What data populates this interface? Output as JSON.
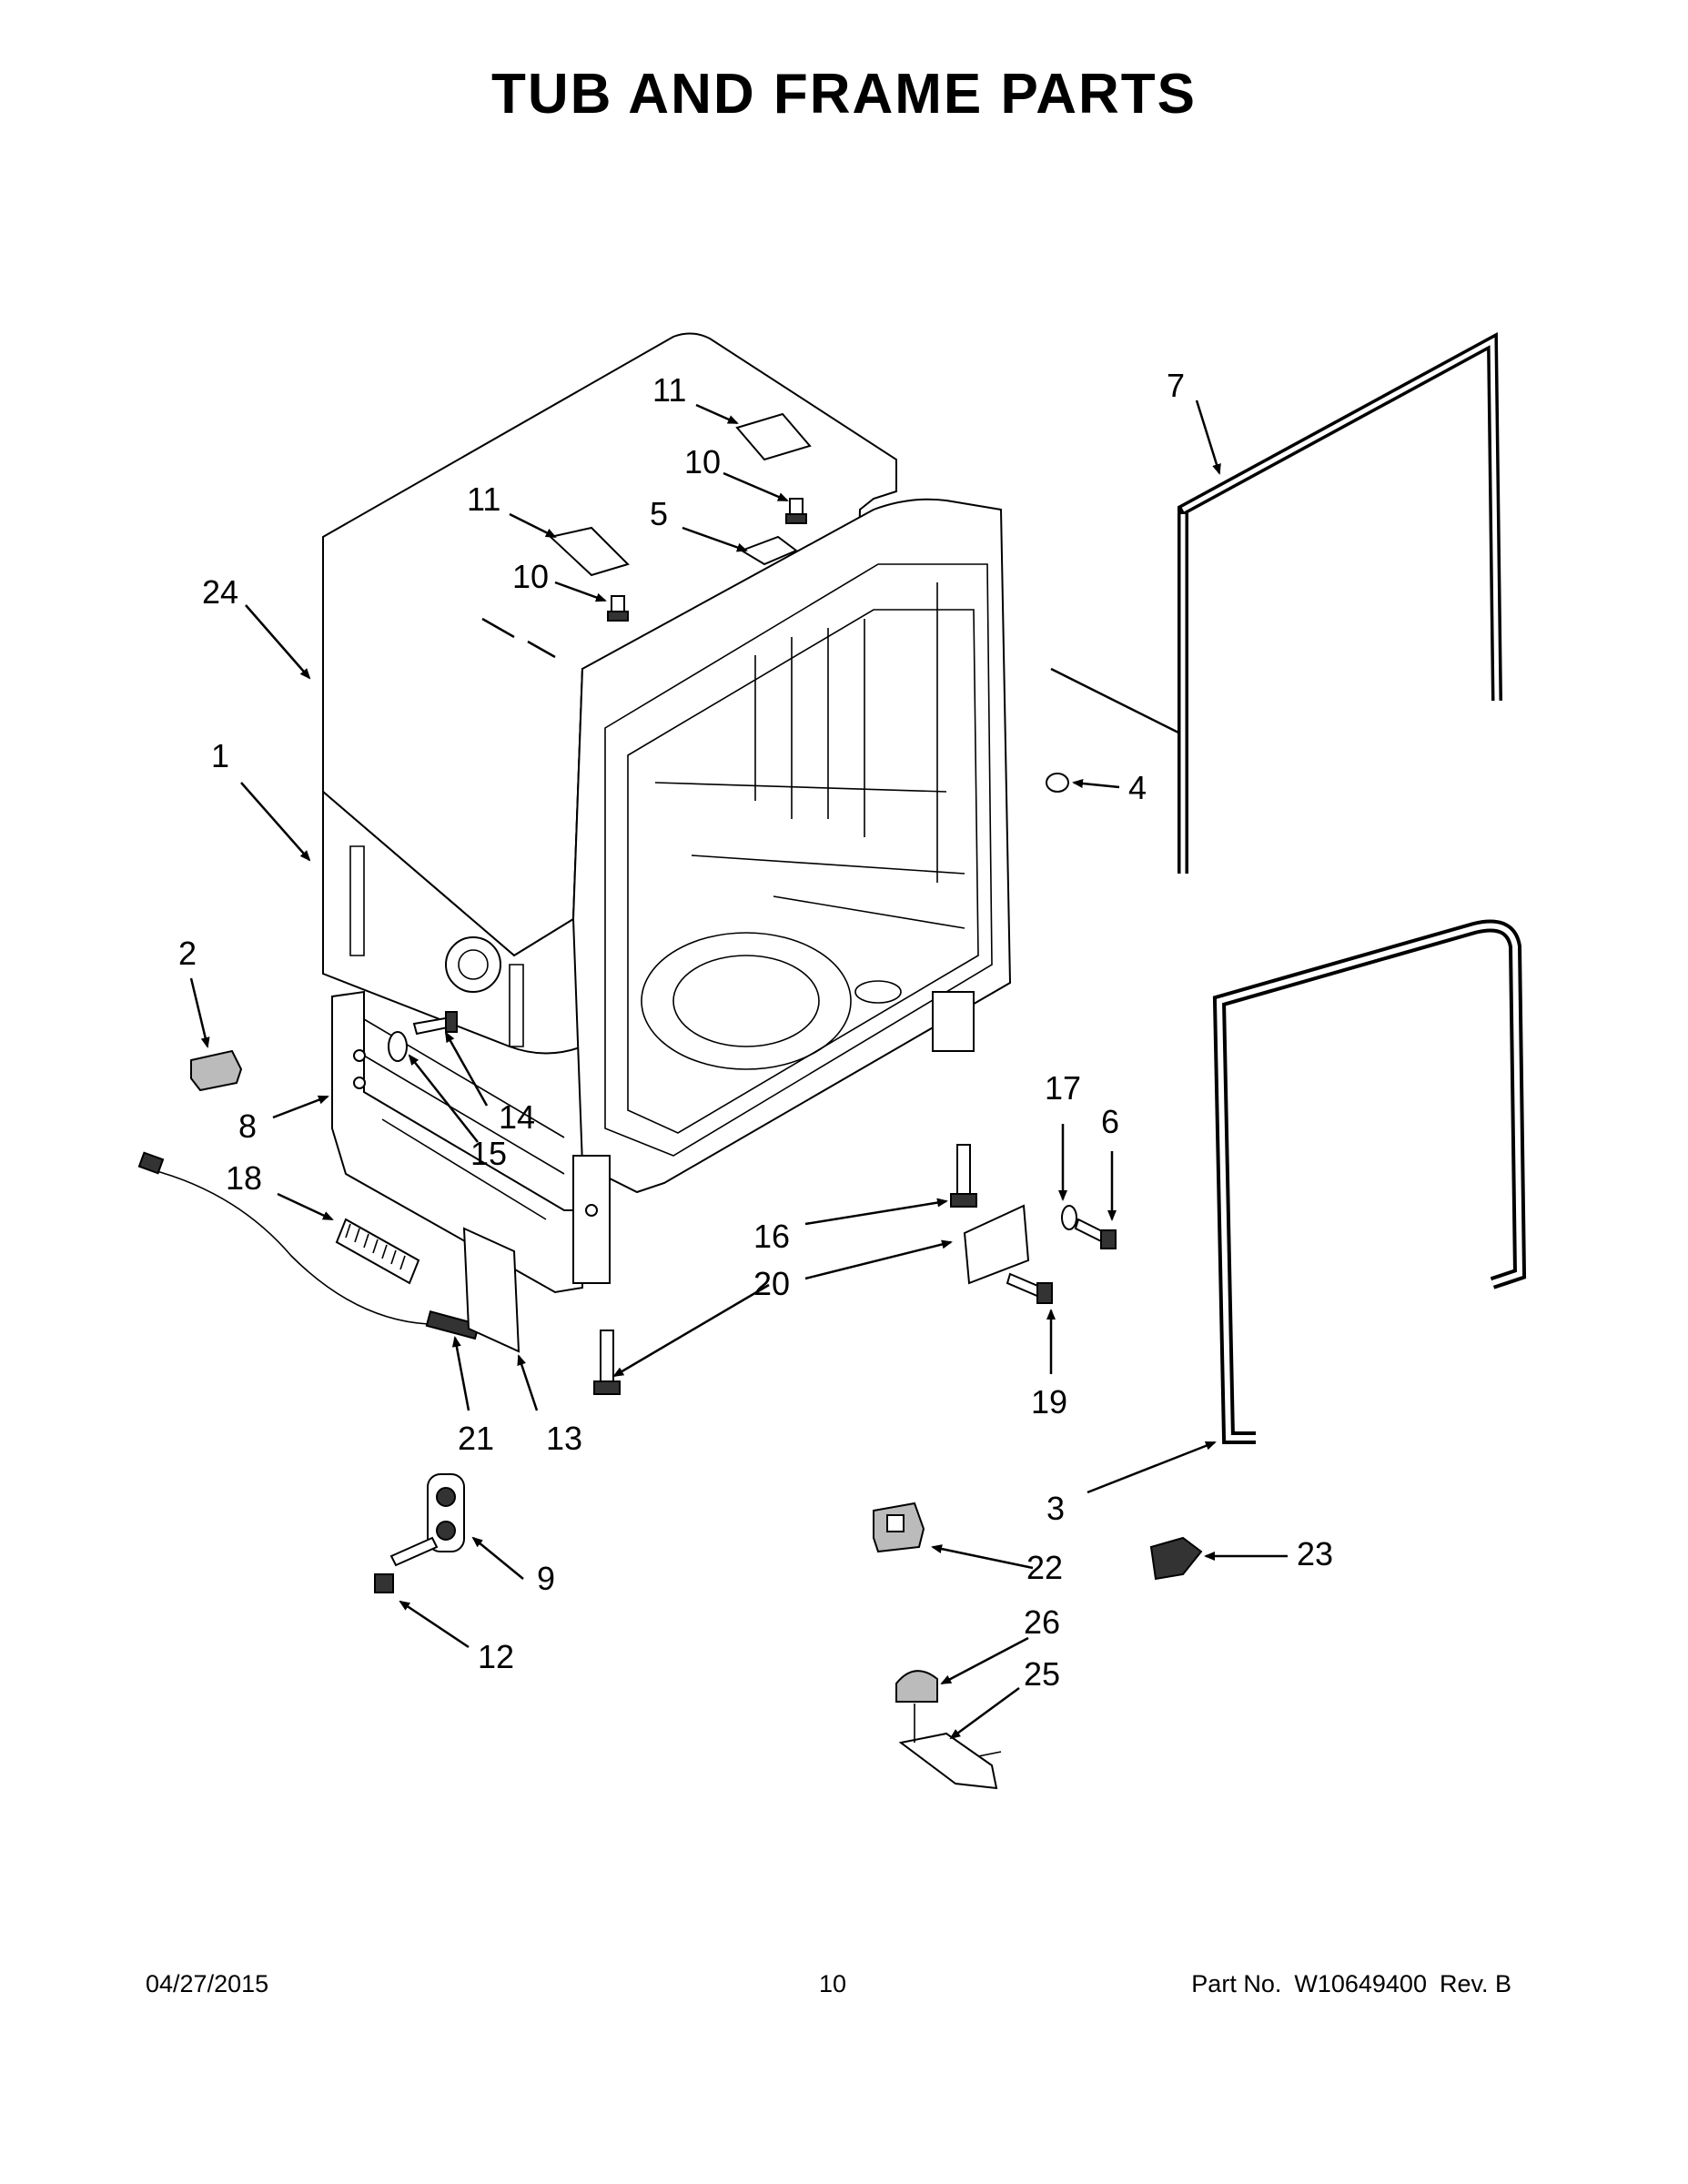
{
  "page": {
    "title": "TUB AND FRAME PARTS"
  },
  "callouts": {
    "c1": "1",
    "c2": "2",
    "c3": "3",
    "c4": "4",
    "c5": "5",
    "c6": "6",
    "c7": "7",
    "c8": "8",
    "c9": "9",
    "c10a": "10",
    "c10b": "10",
    "c11a": "11",
    "c11b": "11",
    "c12": "12",
    "c13": "13",
    "c14": "14",
    "c15": "15",
    "c16": "16",
    "c17": "17",
    "c18": "18",
    "c19": "19",
    "c20": "20",
    "c21": "21",
    "c22": "22",
    "c23": "23",
    "c24": "24",
    "c25": "25",
    "c26": "26"
  },
  "footer": {
    "date": "04/27/2015",
    "page_number": "10",
    "part_label": "Part No.",
    "part_number": "W10649400",
    "rev": "Rev. B"
  }
}
